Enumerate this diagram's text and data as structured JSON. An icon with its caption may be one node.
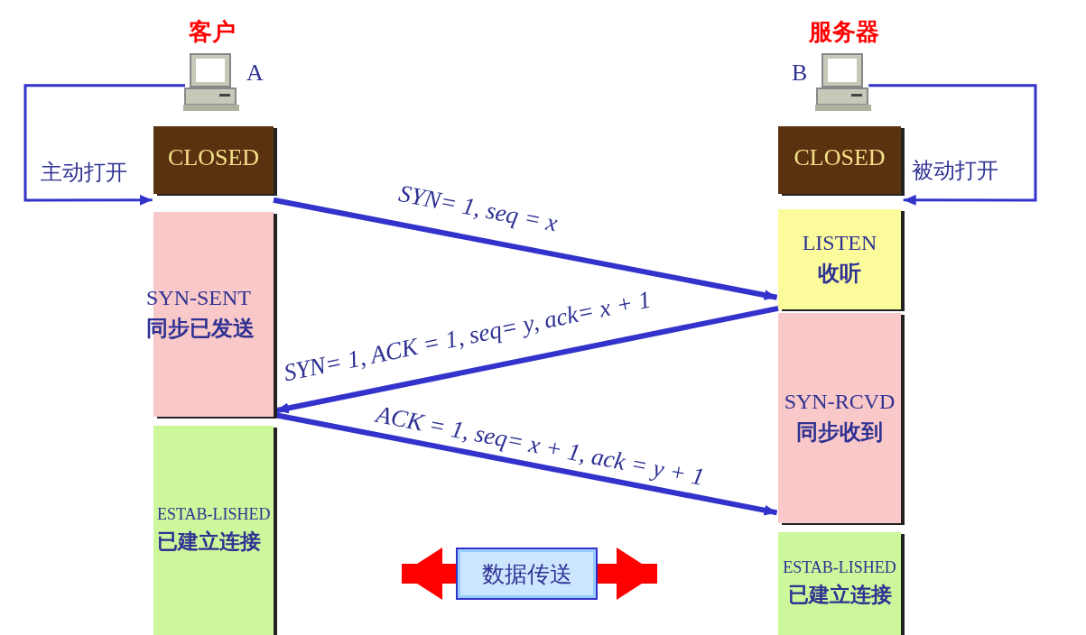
{
  "diagram": {
    "nodes": [
      {
        "text": [
          "客户"
        ],
        "beside": [
          "A"
        ]
      },
      {
        "text": [
          "CLOSED"
        ]
      },
      {
        "text": [
          "SYN-SENT",
          "同步已发送"
        ]
      },
      {
        "text": [
          "ESTAB-LISHED",
          "已建立连接"
        ]
      },
      {
        "text": [
          "服务器"
        ],
        "beside": [
          "B"
        ]
      },
      {
        "text": [
          "CLOSED"
        ]
      },
      {
        "text": [
          "LISTEN",
          "收听"
        ]
      },
      {
        "text": [
          "SYN-RCVD",
          "同步收到"
        ]
      },
      {
        "text": [
          "ESTAB-LISHED",
          "已建立连接"
        ]
      },
      {
        "text": [
          "数据传送"
        ]
      }
    ],
    "edges": [
      {
        "from": 0,
        "to": 1,
        "arrow": "to",
        "label": "主动打开"
      },
      {
        "from": 4,
        "to": 5,
        "arrow": "to",
        "label": "被动打开"
      },
      {
        "from": 1,
        "to": 6,
        "arrow": "to",
        "label": "SYN= 1, seq = x"
      },
      {
        "from": 6,
        "to": 2,
        "arrow": "to",
        "label": "SYN= 1, ACK = 1, seq= y, ack= x + 1"
      },
      {
        "from": 2,
        "to": 7,
        "arrow": "to",
        "label": "ACK = 1, seq= x + 1, ack = y + 1"
      }
    ]
  }
}
